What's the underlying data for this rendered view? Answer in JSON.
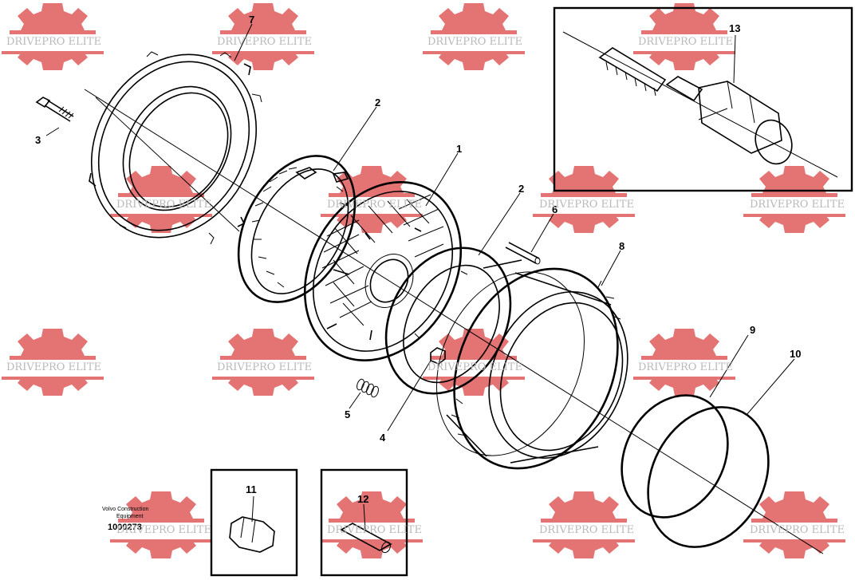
{
  "watermark": {
    "text": "DRIVEPRO ELITE",
    "gear_color": "#e36c6c",
    "text_color": "#b5b5b5"
  },
  "callouts": {
    "c1": "1",
    "c2a": "2",
    "c2b": "2",
    "c3": "3",
    "c4": "4",
    "c5": "5",
    "c6": "6",
    "c7": "7",
    "c8": "8",
    "c9": "9",
    "c10": "10",
    "c11": "11",
    "c12": "12",
    "c13": "13"
  },
  "caption": {
    "line1": "Volvo Construction",
    "line2": "Equipment",
    "drawing_number": "1000273"
  }
}
